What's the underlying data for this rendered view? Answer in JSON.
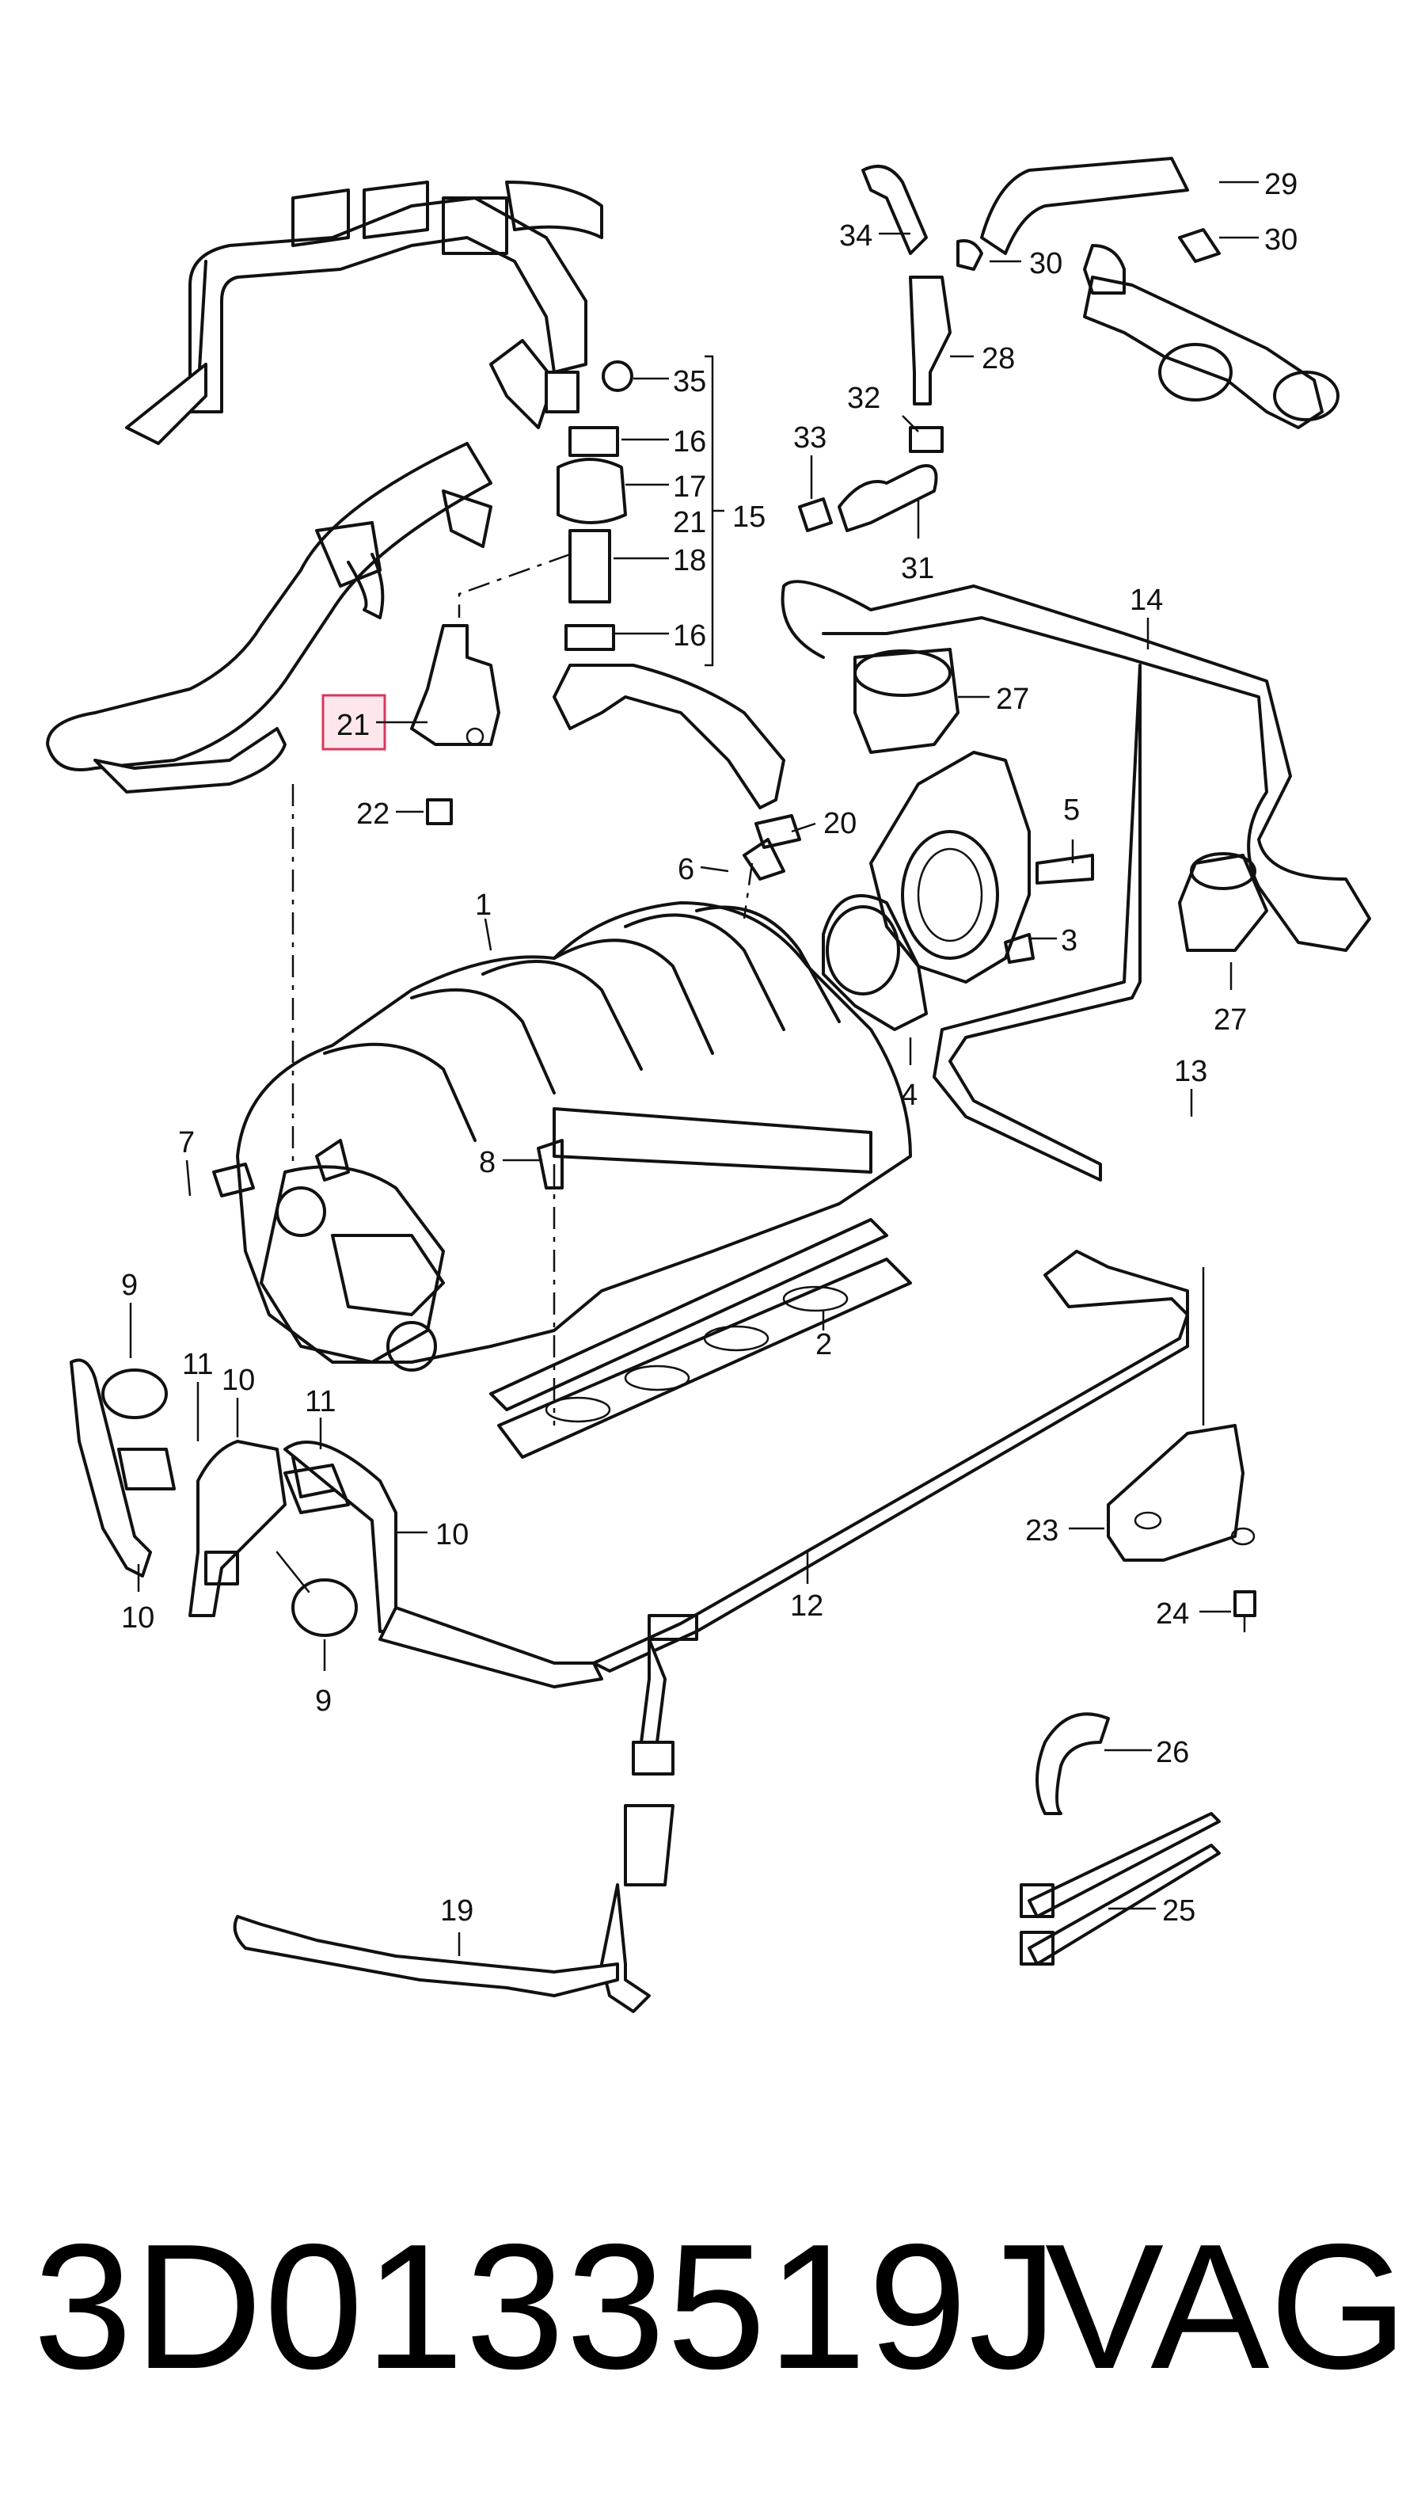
{
  "diagram": {
    "highlighted_callout": "21",
    "highlight_color": "#d9375b",
    "callouts": [
      "29",
      "34",
      "30",
      "30",
      "28",
      "35",
      "16",
      "17",
      "21",
      "15",
      "18",
      "16",
      "32",
      "33",
      "31",
      "14",
      "27",
      "21",
      "22",
      "20",
      "5",
      "6",
      "1",
      "3",
      "4",
      "27",
      "13",
      "7",
      "8",
      "2",
      "9",
      "11",
      "10",
      "11",
      "10",
      "10",
      "12",
      "9",
      "23",
      "24",
      "26",
      "25",
      "19"
    ]
  },
  "footer": {
    "part_number": "3D0133519J",
    "brand": "VAG"
  }
}
